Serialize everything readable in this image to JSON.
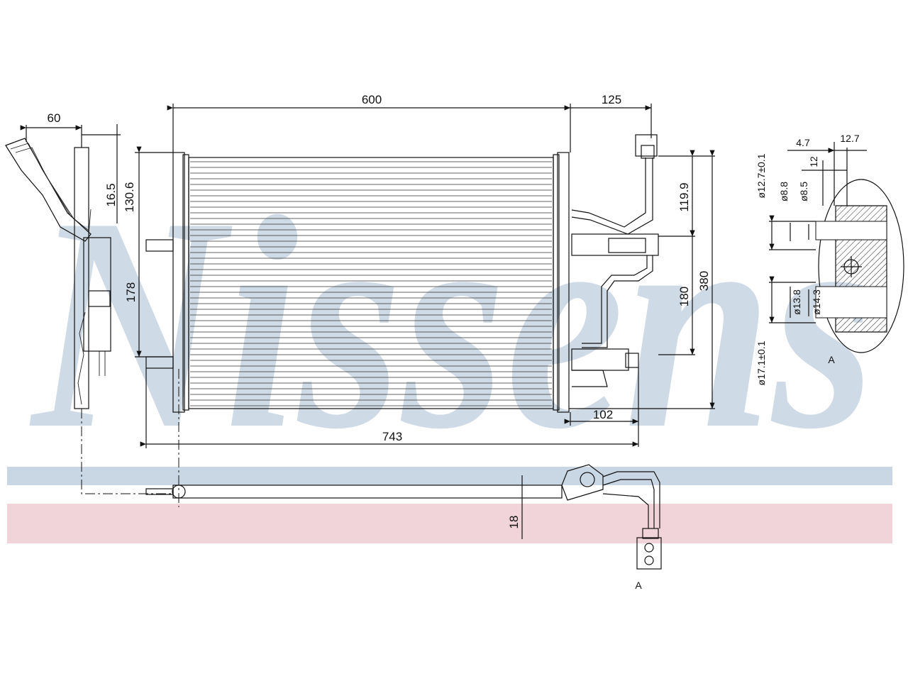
{
  "watermark": {
    "text": "Nissens",
    "color": "#c9d6e3",
    "band_blue": "#c9d6e3",
    "band_pink": "#f1d3da"
  },
  "dimensions": {
    "core_width": "600",
    "side_offset": "125",
    "side_depth": "60",
    "top_offset_a": "16.5",
    "top_offset_b": "130.6",
    "bracket_spacing": "178",
    "upper_port_height": "119.9",
    "port_spacing": "180",
    "total_height": "380",
    "bottom_port_offset": "102",
    "total_width": "743",
    "pipe_height": "18"
  },
  "detail": {
    "d1": "4.7",
    "d2": "12.7",
    "d3": "12",
    "dia_upper_outer": "ø12.7±0.1",
    "dia_upper_inner_a": "ø8.8",
    "dia_upper_inner_b": "ø8.5",
    "dia_lower_outer": "ø17.1±0.1",
    "dia_lower_inner_a": "ø13.8",
    "dia_lower_inner_b": "ø14.3",
    "marker_a": "A",
    "marker_b": "A"
  }
}
